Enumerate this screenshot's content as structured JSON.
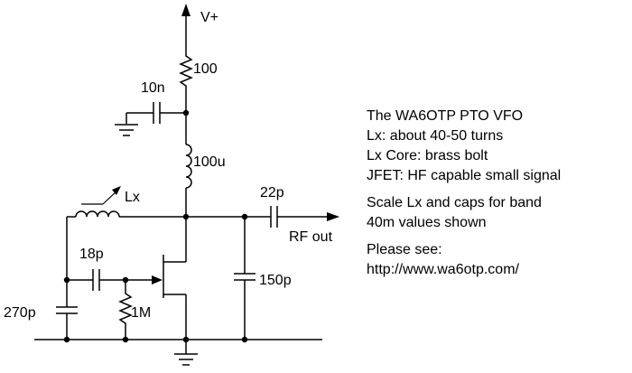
{
  "supply": {
    "label": "V+"
  },
  "components": {
    "r_supply": "100",
    "c_bypass": "10n",
    "l_choke": "100u",
    "l_tank": "Lx",
    "c_out": "22p",
    "c_gate": "18p",
    "c_source": "150p",
    "c_tank": "270p",
    "r_gate": "1M"
  },
  "output": {
    "label": "RF out"
  },
  "notes": {
    "lines1": [
      "The WA6OTP PTO VFO",
      "Lx: about 40-50 turns",
      "Lx Core: brass bolt",
      "JFET: HF capable small signal"
    ],
    "lines2": [
      "Scale Lx and caps for band",
      "40m values shown"
    ],
    "lines3": [
      "Please see:",
      "http://www.wa6otp.com/"
    ]
  }
}
